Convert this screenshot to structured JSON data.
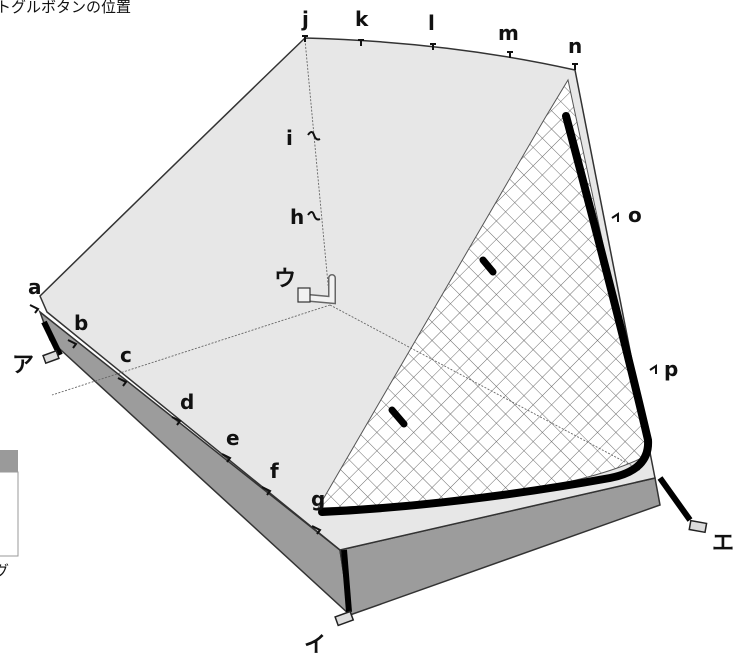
{
  "title": "トグルボタンの位置",
  "toggle_labels": [
    "a",
    "b",
    "c",
    "d",
    "e",
    "f",
    "g",
    "h",
    "i",
    "j",
    "k",
    "l",
    "m",
    "n",
    "o",
    "p"
  ],
  "corner_labels": [
    "ア",
    "イ",
    "ウ",
    "エ"
  ],
  "partial_text": "グ",
  "colors": {
    "panel": "#e7e7e7",
    "side": "#9c9c9c",
    "stroke": "#333333",
    "zip": "#000000",
    "legend_header": "#9a9a9a"
  },
  "icons": [
    "toggle-icon",
    "corner-anchor-icon",
    "zipper-pull-icon",
    "center-hub-icon"
  ]
}
